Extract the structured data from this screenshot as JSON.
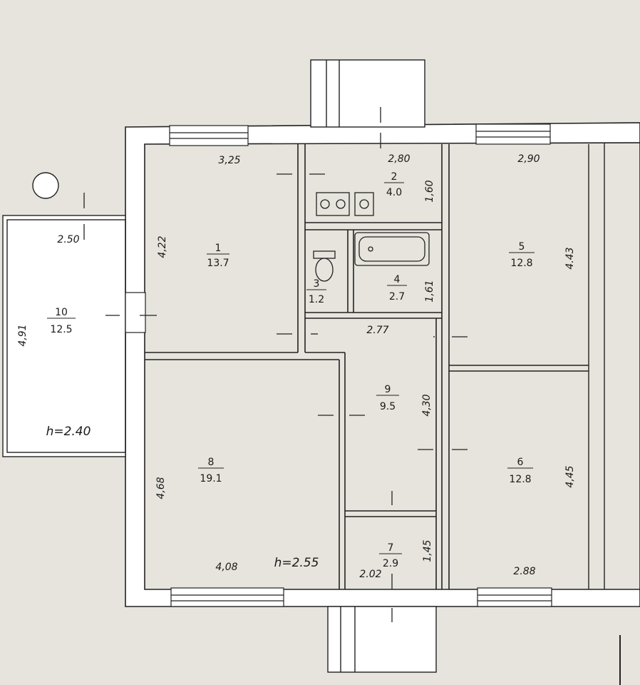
{
  "rooms": [
    {
      "number": "1",
      "area": "13.7"
    },
    {
      "number": "2",
      "area": "4.0"
    },
    {
      "number": "3",
      "area": "1.2"
    },
    {
      "number": "4",
      "area": "2.7"
    },
    {
      "number": "5",
      "area": "12.8"
    },
    {
      "number": "6",
      "area": "12.8"
    },
    {
      "number": "7",
      "area": "2.9"
    },
    {
      "number": "8",
      "area": "19.1"
    },
    {
      "number": "9",
      "area": "9.5"
    },
    {
      "number": "10",
      "area": "12.5"
    }
  ],
  "dimensions": {
    "r1_width": "3,25",
    "r1_height": "4,22",
    "r2_width": "2,80",
    "r2_height": "1,60",
    "r4_height": "1,61",
    "r5_width": "2,90",
    "r5_height": "4.43",
    "r6_width": "2.88",
    "r6_height": "4,45",
    "r7_width": "2.02",
    "r7_height": "1,45",
    "r8_width": "4,08",
    "r8_height": "4,68",
    "r9_width": "2.77",
    "r9_height": "4,30",
    "r10_width": "2.50",
    "r10_height": "4,91"
  },
  "heights": {
    "main": "h=2.55",
    "balcony": "h=2.40"
  }
}
